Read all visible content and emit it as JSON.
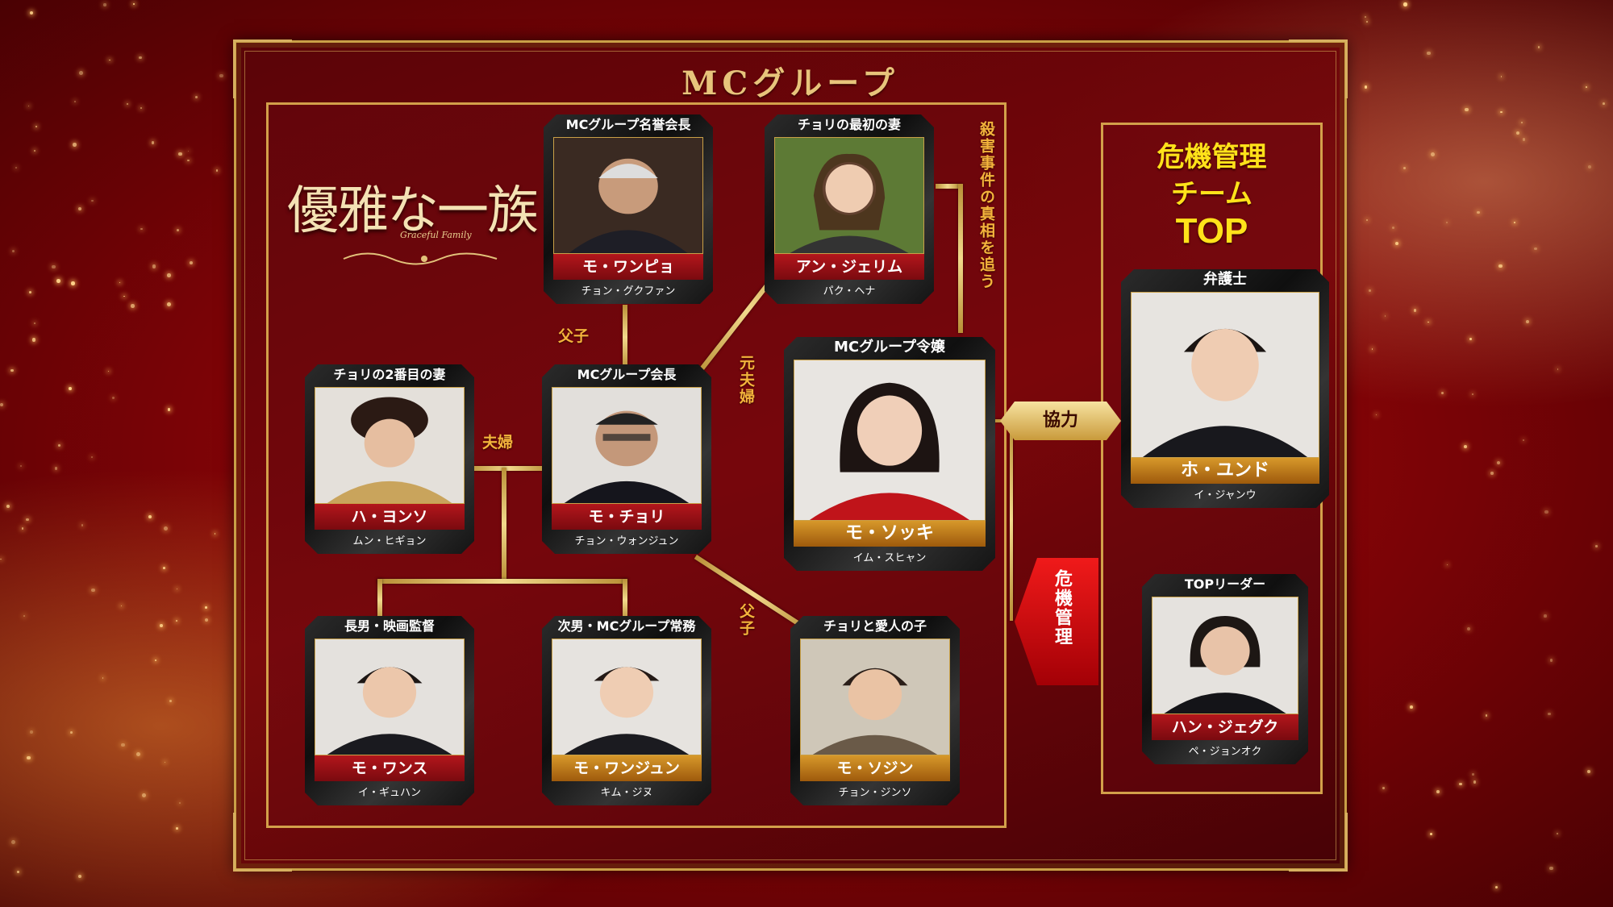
{
  "frame_title": "MCグループ",
  "logo": {
    "main": "優雅な一族",
    "sub": "Graceful Family"
  },
  "team": {
    "line1": "危機管理",
    "line2": "チーム",
    "line3": "TOP"
  },
  "relations": {
    "father_son_top": "父子",
    "ex_spouse": "元夫婦",
    "spouses": "夫婦",
    "father_son_bottom": "父子",
    "investigation": "殺害事件の真相を追う",
    "cooperation": "協力",
    "crisis": "危機管理"
  },
  "cards": {
    "wonpyo": {
      "role": "MCグループ名誉会長",
      "name": "モ・ワンピョ",
      "actor": "チョン・グクファン"
    },
    "jerim": {
      "role": "チョリの最初の妻",
      "name": "アン・ジェリム",
      "actor": "パク・ヘナ"
    },
    "yonso": {
      "role": "チョリの2番目の妻",
      "name": "ハ・ヨンソ",
      "actor": "ムン・ヒギョン"
    },
    "chori": {
      "role": "MCグループ会長",
      "name": "モ・チョリ",
      "actor": "チョン・ウォンジュン"
    },
    "sokki": {
      "role": "MCグループ令嬢",
      "name": "モ・ソッキ",
      "actor": "イム・スヒャン"
    },
    "wonsu": {
      "role": "長男・映画監督",
      "name": "モ・ワンス",
      "actor": "イ・ギュハン"
    },
    "wonjun": {
      "role": "次男・MCグループ常務",
      "name": "モ・ワンジュン",
      "actor": "キム・ジヌ"
    },
    "sojin": {
      "role": "チョリと愛人の子",
      "name": "モ・ソジン",
      "actor": "チョン・ジンソ"
    },
    "yundo": {
      "role": "弁護士",
      "name": "ホ・ユンド",
      "actor": "イ・ジャンウ"
    },
    "jaeguk": {
      "role": "TOPリーダー",
      "name": "ハン・ジェグク",
      "actor": "ペ・ジョンオク"
    }
  },
  "colors": {
    "gold": "#d3a04a",
    "red": "#b3161c",
    "orange_label": "#f3b43c",
    "yellow_title": "#ffe21a"
  }
}
